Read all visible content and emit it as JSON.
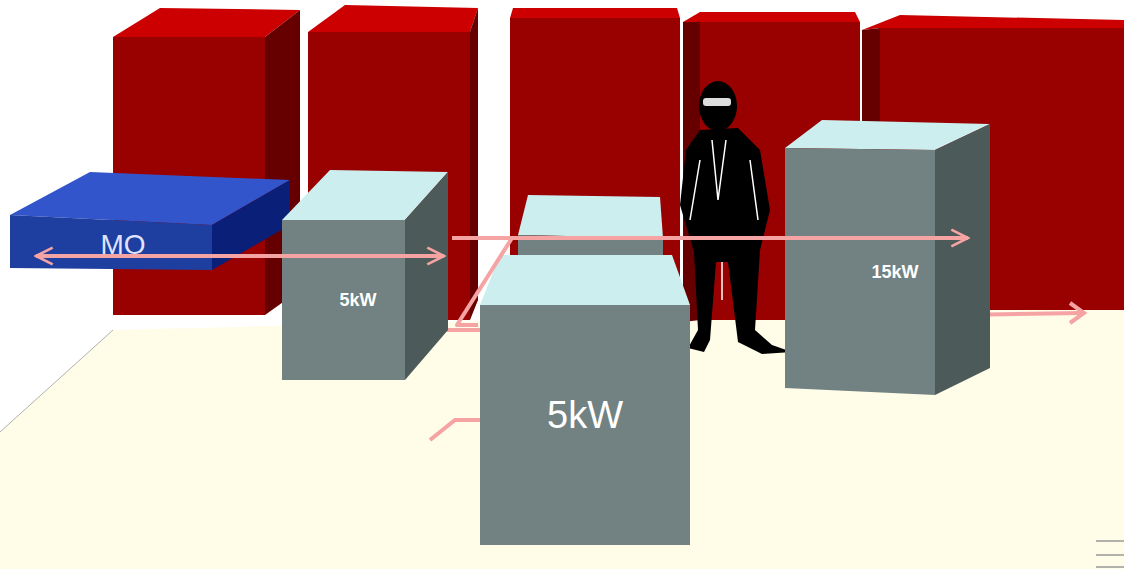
{
  "diagram": {
    "nodes": [
      {
        "text": [
          "MO"
        ]
      },
      {
        "text": [
          "5kW"
        ]
      },
      {
        "text": [
          "5kW"
        ]
      },
      {
        "text": [
          "15kW"
        ]
      }
    ],
    "edges": [
      {
        "from": 0,
        "to": 1,
        "arrow": "both"
      },
      {
        "from": 1,
        "to": 3,
        "arrow": "to"
      },
      {
        "from": 1,
        "to": 2,
        "arrow": "none"
      }
    ]
  }
}
